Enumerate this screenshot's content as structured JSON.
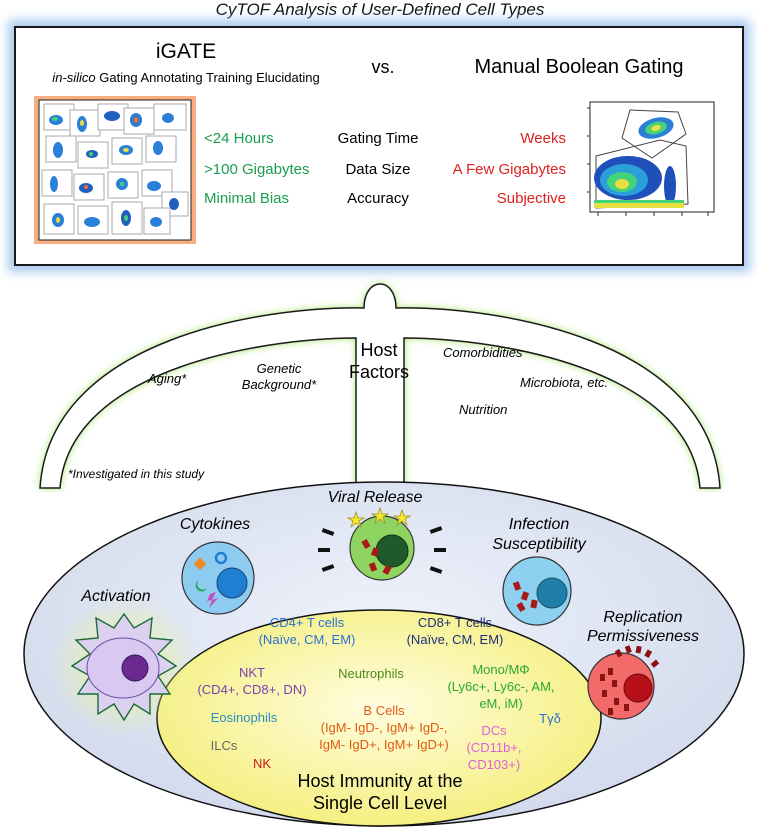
{
  "title": "CyTOF Analysis of User-Defined Cell Types",
  "comparison": {
    "left_name": "iGATE",
    "left_subtitle_italic": "in-silico",
    "left_subtitle_rest": " Gating Annotating Training Elucidating",
    "vs": "vs.",
    "right_name": "Manual Boolean Gating",
    "rows": [
      {
        "left": "<24 Hours",
        "metric": "Gating Time",
        "right": "Weeks"
      },
      {
        "left": ">100 Gigabytes",
        "metric": "Data Size",
        "right": "A Few Gigabytes"
      },
      {
        "left": "Minimal Bias",
        "metric": "Accuracy",
        "right": "Subjective"
      }
    ],
    "colors": {
      "left": "#1a9e4e",
      "right": "#e02020",
      "panel_glow": "#a9c9ee",
      "thumb_glow": "#f1a774"
    }
  },
  "host_factors": {
    "title_line1": "Host",
    "title_line2": "Factors",
    "aging": "Aging*",
    "genetic_line1": "Genetic",
    "genetic_line2": "Background*",
    "comorbidities": "Comorbidities",
    "microbiota": "Microbiota, etc.",
    "nutrition": "Nutrition",
    "footnote": "*Investigated in this study",
    "glow_color": "#9be05a"
  },
  "outcomes": {
    "viral_release": "Viral Release",
    "cytokines": "Cytokines",
    "infection_line1": "Infection",
    "infection_line2": "Susceptibility",
    "activation": "Activation",
    "replication_line1": "Replication",
    "replication_line2": "Permissiveness"
  },
  "immunity": {
    "cd4_line1": "CD4+ T cells",
    "cd4_line2": "(Naïve, CM, EM)",
    "cd8_line1": "CD8+ T cells",
    "cd8_line2": "(Naïve, CM, EM)",
    "nkt_line1": "NKT",
    "nkt_line2": "(CD4+, CD8+, DN)",
    "neutrophils": "Neutrophils",
    "mono_line1": "Mono/MΦ",
    "mono_line2": "(Ly6c+, Ly6c-, AM,",
    "mono_line3": "eM, iM)",
    "eosinophils": "Eosinophils",
    "bcells_line1": "B Cells",
    "bcells_line2": "(IgM- IgD-, IgM+ IgD-,",
    "bcells_line3": "IgM- IgD+, IgM+ IgD+)",
    "tgd": "Tγδ",
    "ilcs": "ILCs",
    "dcs_line1": "DCs",
    "dcs_line2": "(CD11b+,",
    "dcs_line3": "CD103+)",
    "nk": "NK",
    "footer_line1": "Host Immunity at the",
    "footer_line2": "Single Cell Level",
    "colors": {
      "cd4": "#2a6fd1",
      "cd8": "#1b2f7a",
      "nkt": "#7a3fb0",
      "neutrophils": "#4f8a1a",
      "mono": "#2aa832",
      "eosinophils": "#2a8fbf",
      "bcells": "#e05a14",
      "tgd": "#2a6fd1",
      "ilcs": "#666666",
      "dcs": "#e060d8",
      "nk": "#cc1a1a"
    }
  }
}
